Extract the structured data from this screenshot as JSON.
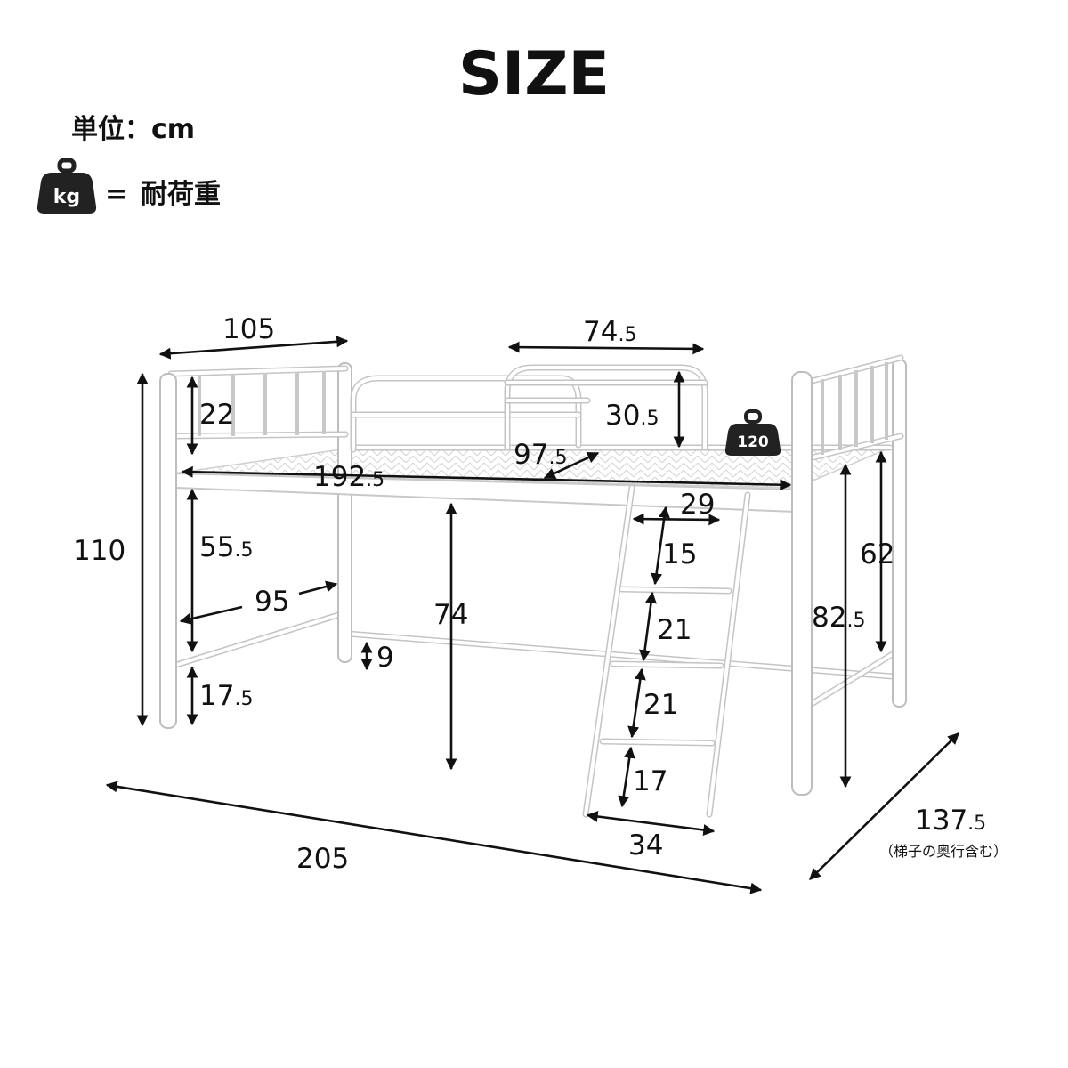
{
  "title": "SIZE",
  "unit_label": "単位：cm",
  "legend": {
    "badge": "kg",
    "equals": "=",
    "text": "耐荷重",
    "icon": "weight-icon"
  },
  "load_badge": "120",
  "dimensions": {
    "headboard_width": {
      "int": "105",
      "dec": ""
    },
    "guard_width": {
      "int": "74",
      "dec": ".5"
    },
    "headboard_height": {
      "int": "22",
      "dec": ""
    },
    "guard_height": {
      "int": "30",
      "dec": ".5"
    },
    "total_height": {
      "int": "110",
      "dec": ""
    },
    "inner_length": {
      "int": "192",
      "dec": ".5"
    },
    "inner_width": {
      "int": "97",
      "dec": ".5"
    },
    "ladder_top_width": {
      "int": "29",
      "dec": ""
    },
    "under_clearance_left": {
      "int": "55",
      "dec": ".5"
    },
    "depth_95": {
      "int": "95",
      "dec": ""
    },
    "floor_clearance": {
      "int": "74",
      "dec": ""
    },
    "bar_height": {
      "int": "9",
      "dec": ""
    },
    "leg_bottom": {
      "int": "17",
      "dec": ".5"
    },
    "ladder_step_1": {
      "int": "15",
      "dec": ""
    },
    "ladder_step_2": {
      "int": "21",
      "dec": ""
    },
    "ladder_step_3": {
      "int": "21",
      "dec": ""
    },
    "ladder_step_4": {
      "int": "17",
      "dec": ""
    },
    "ladder_bottom_width": {
      "int": "34",
      "dec": ""
    },
    "right_upper": {
      "int": "62",
      "dec": ""
    },
    "right_total": {
      "int": "82",
      "dec": ".5"
    },
    "total_length": {
      "int": "205",
      "dec": ""
    },
    "total_depth": {
      "int": "137",
      "dec": ".5"
    },
    "total_depth_note": "（梯子の奥行含む）"
  }
}
